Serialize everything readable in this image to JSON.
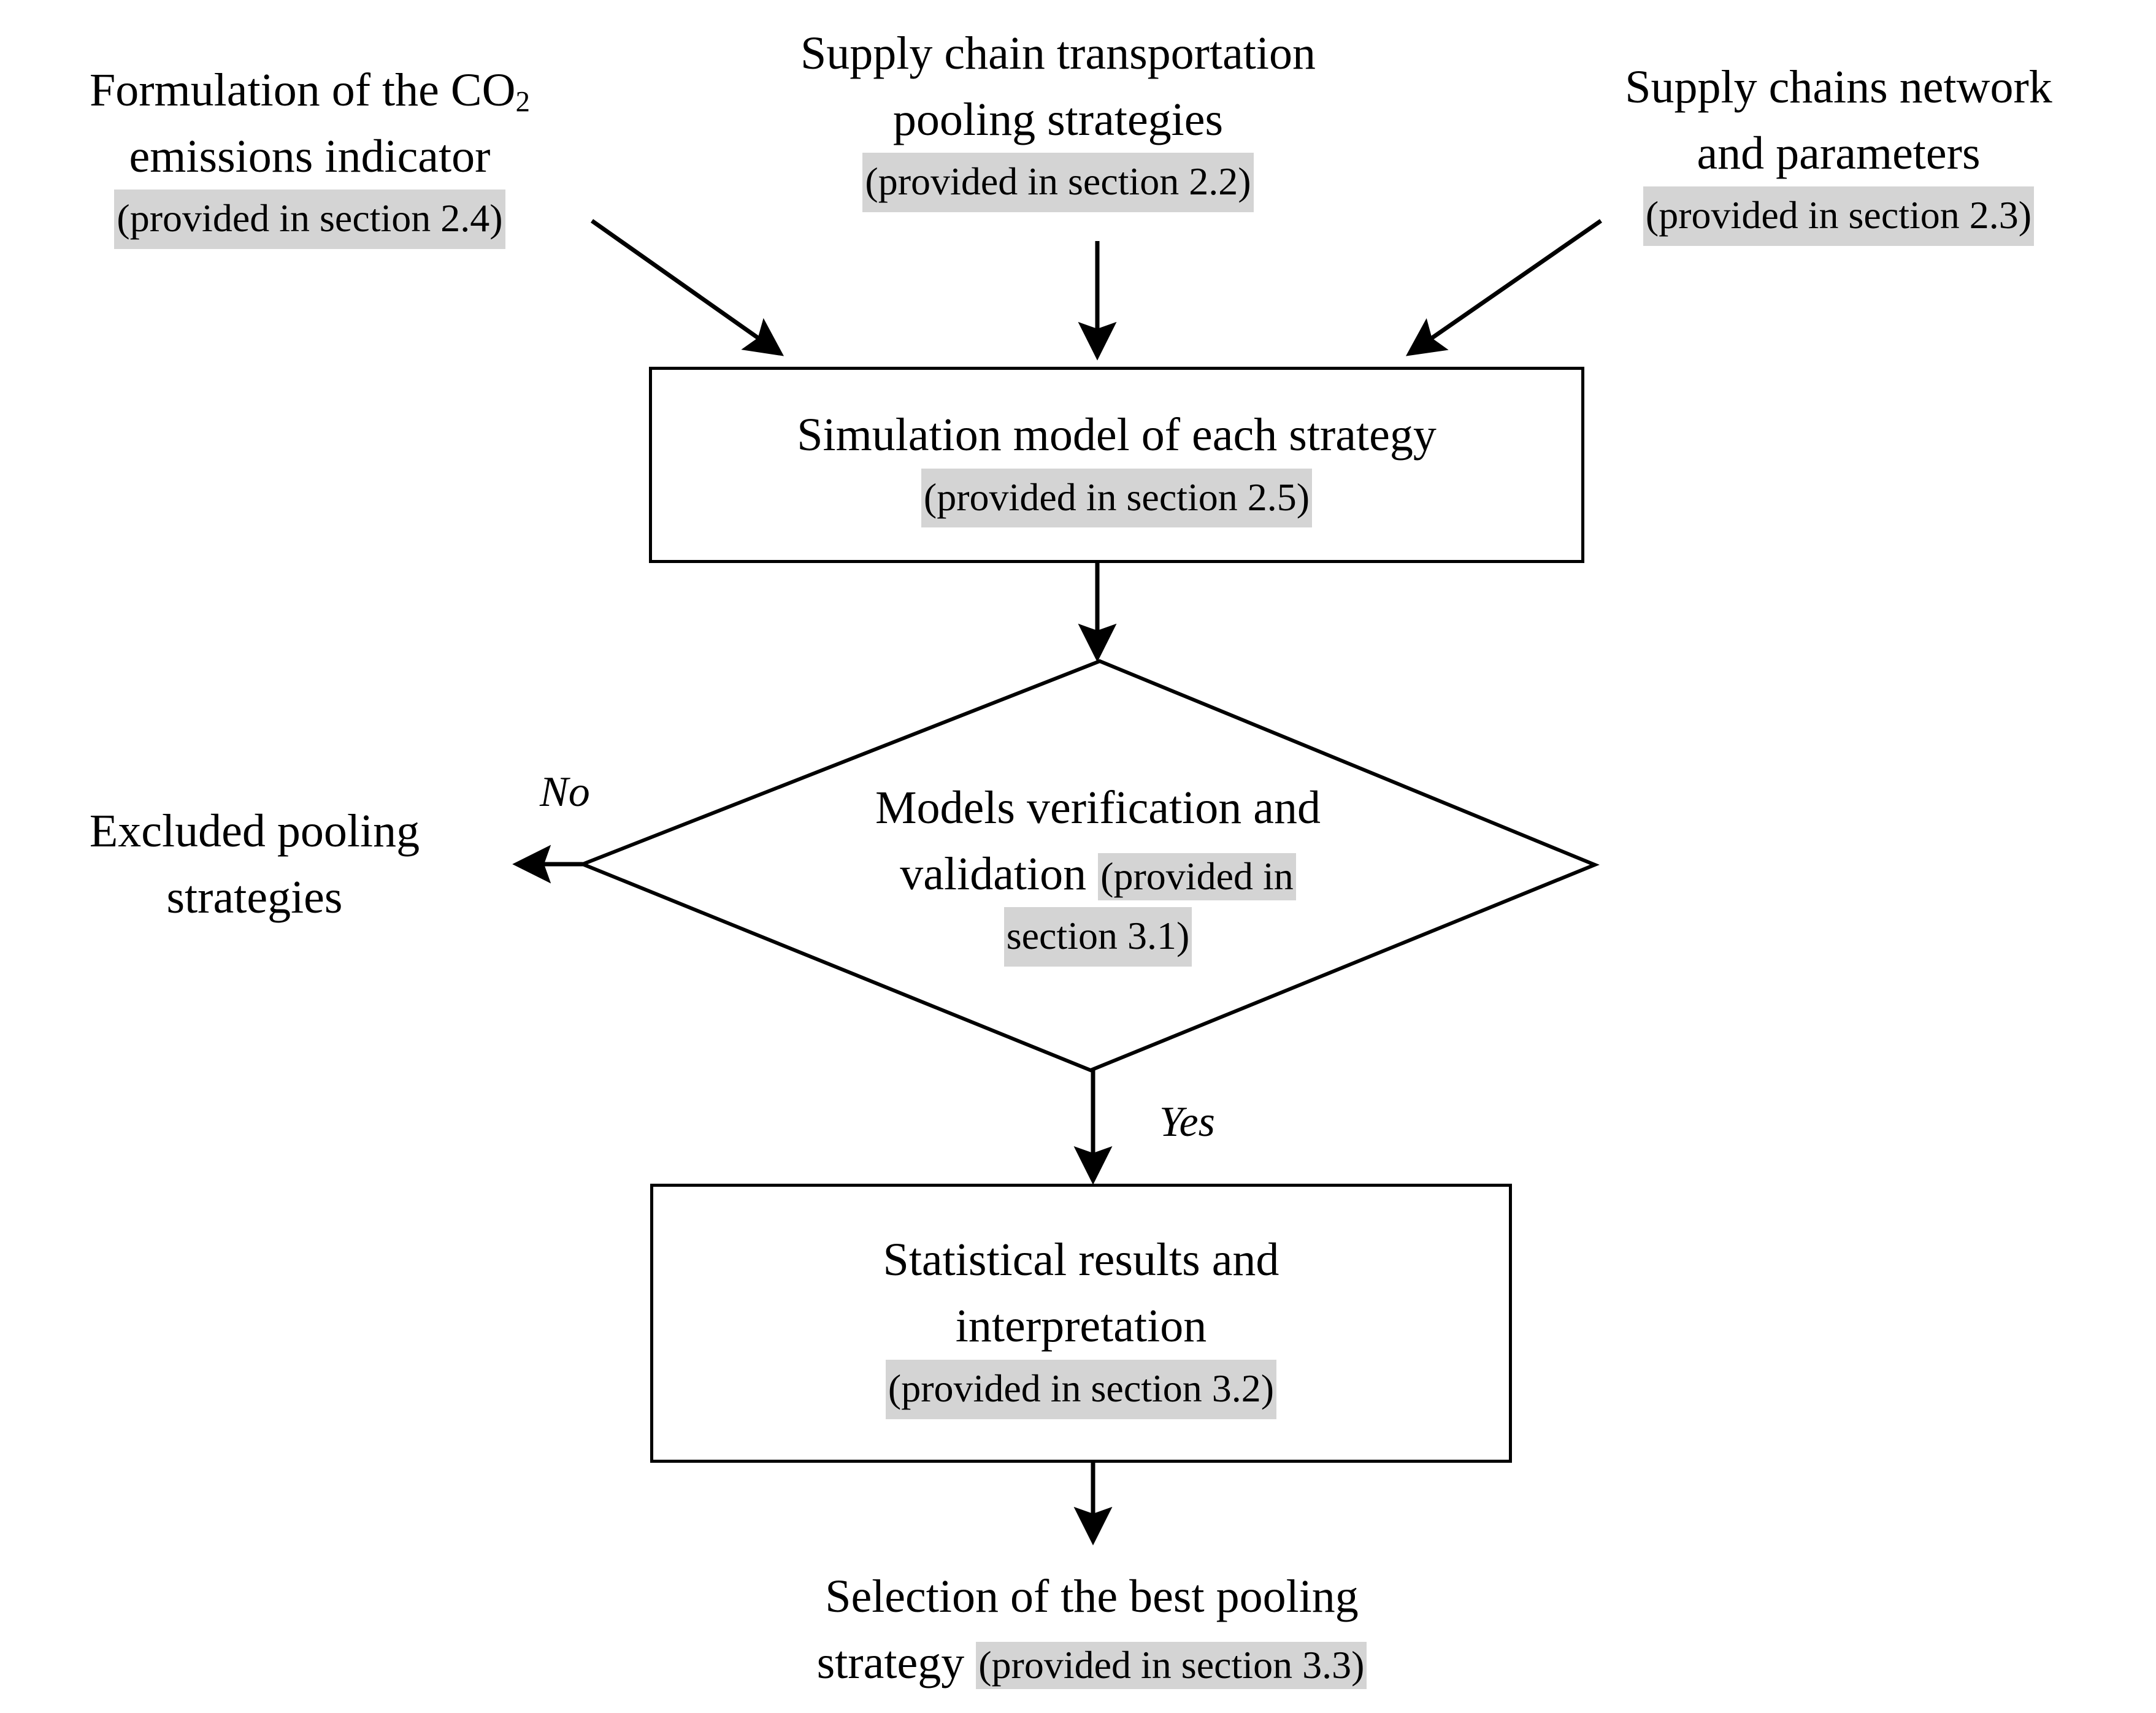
{
  "diagram": {
    "type": "flowchart",
    "title": "Research methodology flowchart",
    "colors": {
      "stroke": "#000000",
      "background": "#ffffff",
      "highlight": "#d4d4d4"
    },
    "nodes": {
      "formulation": {
        "shape": "plain-text",
        "line1": "Formulation of the CO",
        "subscript": "2",
        "line2": "emissions indicator",
        "reference": "(provided in section 2.4)"
      },
      "pooling_strategies": {
        "shape": "plain-text",
        "line1": "Supply chain transportation",
        "line2": "pooling strategies",
        "reference": "(provided in section 2.2)"
      },
      "network_parameters": {
        "shape": "plain-text",
        "line1": "Supply chains network",
        "line2": "and parameters",
        "reference": "(provided in section 2.3)"
      },
      "simulation_model": {
        "shape": "rectangle",
        "line1": "Simulation model of each strategy",
        "reference": "(provided in section 2.5)"
      },
      "verification": {
        "shape": "diamond",
        "line1": "Models verification and",
        "line2_plain": "validation ",
        "line2_ref": "(provided in",
        "line3_ref": "section 3.1)"
      },
      "excluded": {
        "shape": "plain-text",
        "line1": "Excluded pooling",
        "line2": "strategies"
      },
      "statistical_results": {
        "shape": "rectangle",
        "line1": "Statistical results and",
        "line2": "interpretation",
        "reference": "(provided in section 3.2)"
      },
      "selection": {
        "shape": "plain-text",
        "line1": "Selection of the best pooling",
        "line2_plain": "strategy ",
        "line2_ref": "(provided in section 3.3)"
      }
    },
    "edges": [
      {
        "id": "formulation-to-simulation",
        "from": "formulation",
        "to": "simulation_model",
        "label": ""
      },
      {
        "id": "pooling-to-simulation",
        "from": "pooling_strategies",
        "to": "simulation_model",
        "label": ""
      },
      {
        "id": "network-to-simulation",
        "from": "network_parameters",
        "to": "simulation_model",
        "label": ""
      },
      {
        "id": "simulation-to-verification",
        "from": "simulation_model",
        "to": "verification",
        "label": ""
      },
      {
        "id": "verification-to-excluded",
        "from": "verification",
        "to": "excluded",
        "label": "No"
      },
      {
        "id": "verification-to-statistical",
        "from": "verification",
        "to": "statistical_results",
        "label": "Yes"
      },
      {
        "id": "statistical-to-selection",
        "from": "statistical_results",
        "to": "selection",
        "label": ""
      }
    ],
    "edge_labels": {
      "no": "No",
      "yes": "Yes"
    }
  }
}
